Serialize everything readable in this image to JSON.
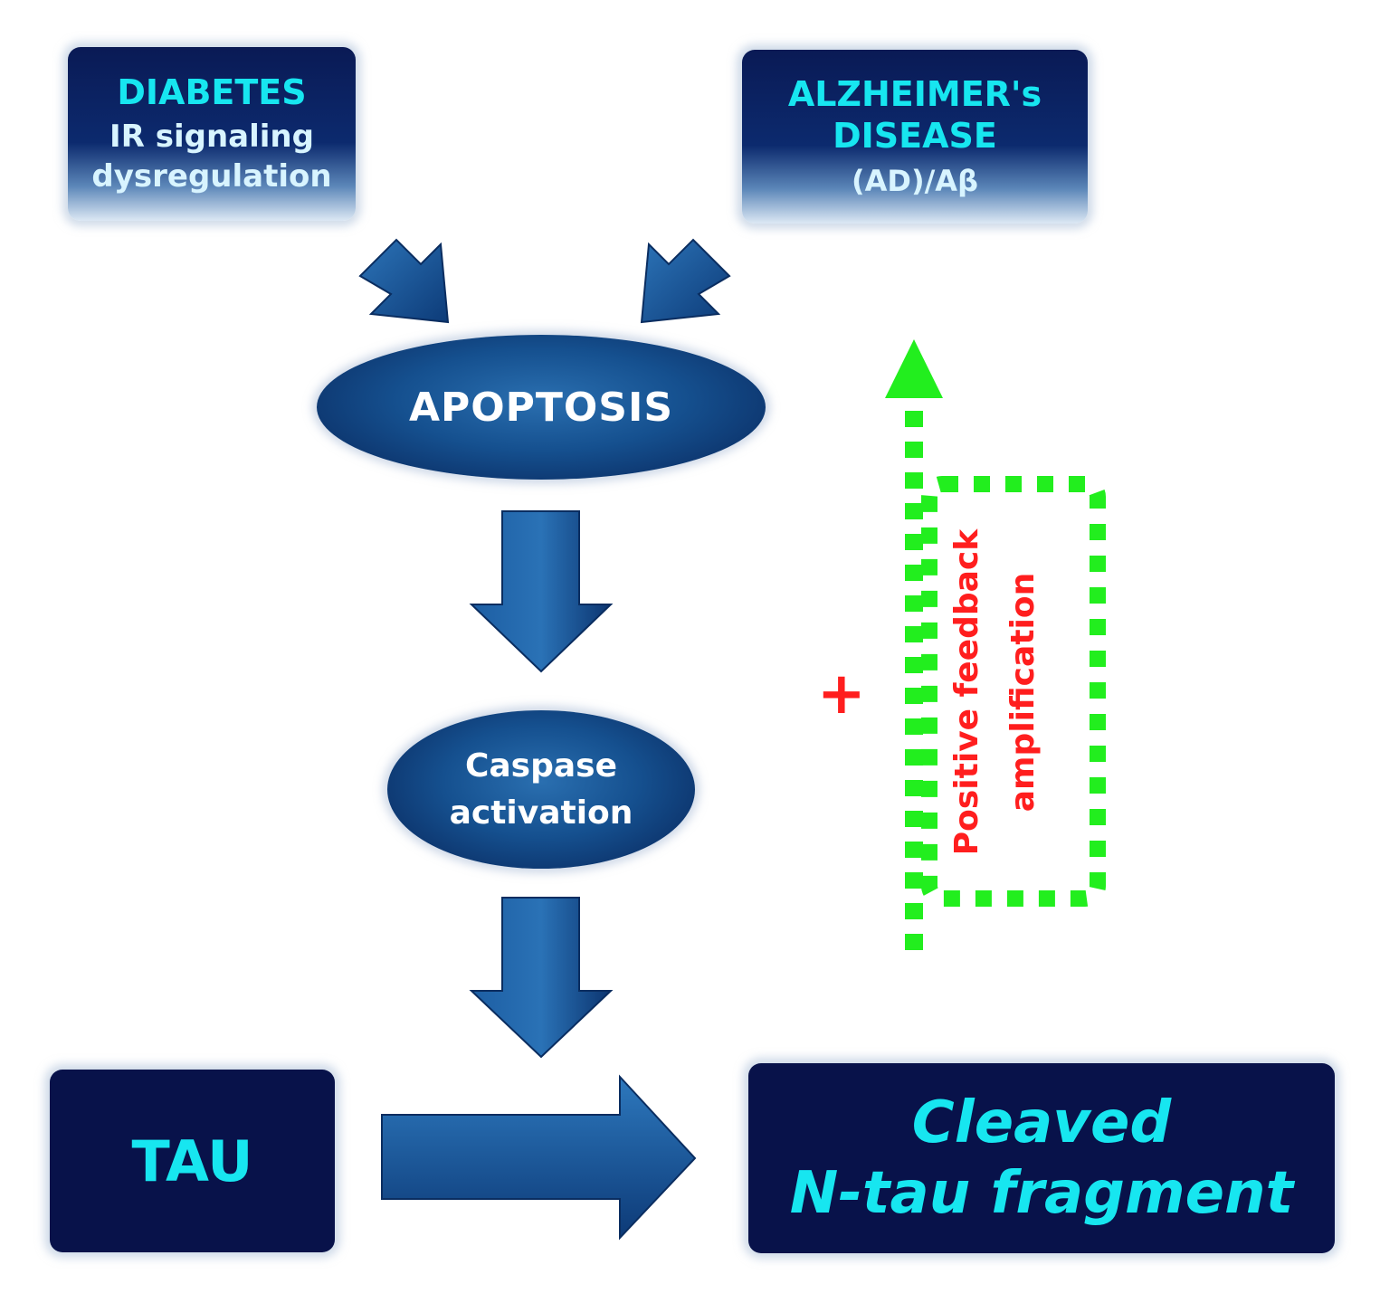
{
  "nodes": {
    "diabetes": {
      "title": "DIABETES",
      "line1": "IR signaling",
      "line2": "dysregulation"
    },
    "alzheimers": {
      "title_line1": "ALZHEIMER's",
      "title_line2": "DISEASE",
      "subtitle": "(AD)/Aβ"
    },
    "apoptosis": {
      "label": "APOPTOSIS"
    },
    "caspase": {
      "line1": "Caspase",
      "line2": "activation"
    },
    "tau": {
      "label": "TAU"
    },
    "cleaved": {
      "line1": "Cleaved",
      "line2": "N-tau fragment"
    }
  },
  "feedback": {
    "sign": "+",
    "line1": "Positive feedback",
    "line2": "amplification"
  },
  "colors": {
    "box_dark": "#08124a",
    "title_cyan": "#17e6f0",
    "arrow_blue": "#1a5796",
    "feedback_green": "#22ee1e",
    "feedback_red": "#ff1e1e"
  }
}
